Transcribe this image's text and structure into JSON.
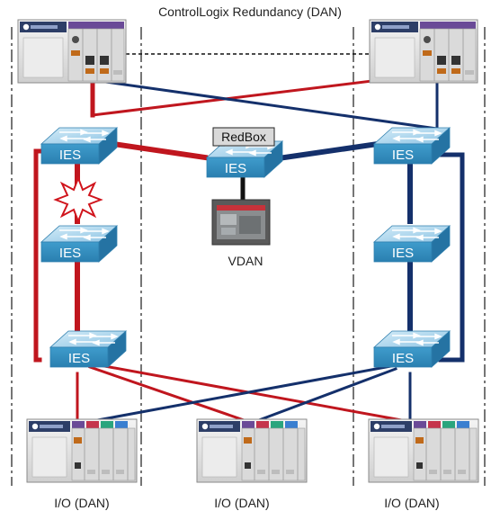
{
  "title": "ControlLogix Redundancy (DAN)",
  "switch_label": "IES",
  "redbox_label": "RedBox",
  "vdan_label": "VDAN",
  "io_labels": [
    "I/O (DAN)",
    "I/O (DAN)",
    "I/O (DAN)"
  ],
  "colors": {
    "ring_a": "#c0161e",
    "ring_b": "#14306b",
    "switch_top": "#b9dbef",
    "switch_side": "#3d95c6",
    "fault_star": "#d0141c",
    "chassis": "#e7e7e7"
  },
  "icons": {
    "controller": "controllogix-chassis-icon",
    "switch": "ethernet-switch-icon",
    "fault": "link-fault-icon",
    "hmi": "hmi-panel-icon",
    "io": "io-chassis-icon"
  }
}
